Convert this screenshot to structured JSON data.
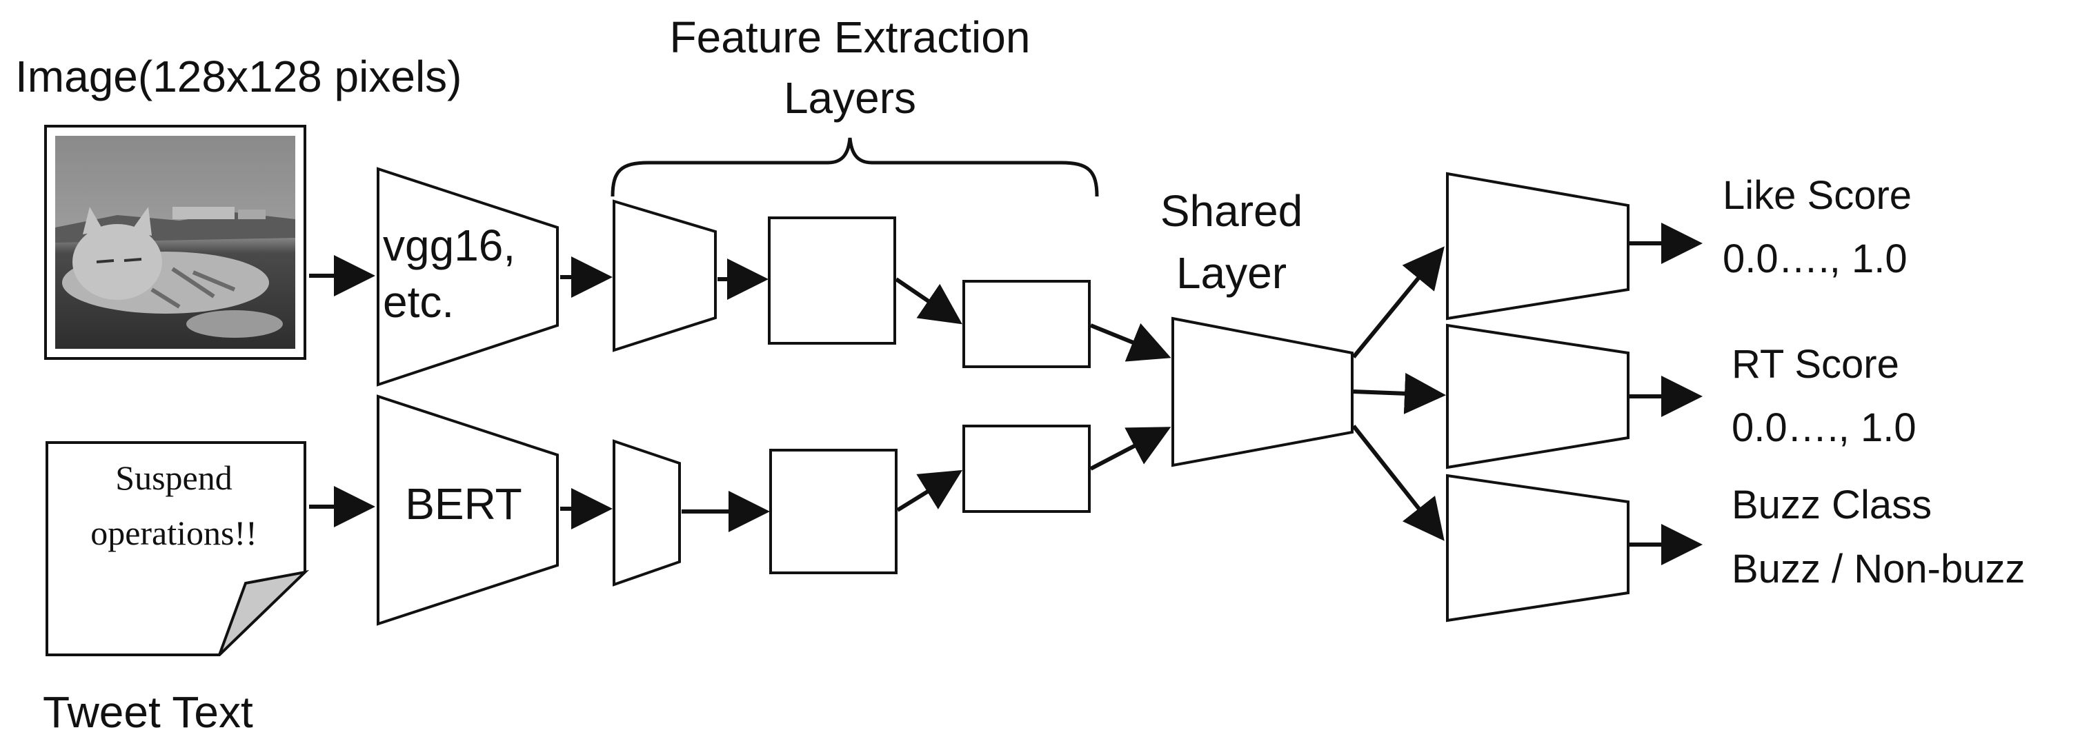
{
  "labels": {
    "image_caption": "Image(128x128 pixels)",
    "feature_title_line1": "Feature Extraction",
    "feature_title_line2": "Layers",
    "vgg_line1": "vgg16,",
    "vgg_line2": "etc.",
    "bert": "BERT",
    "shared_line1": "Shared",
    "shared_line2": "Layer",
    "tweet_line1": "Suspend",
    "tweet_line2": "operations!!",
    "tweet_caption": "Tweet Text"
  },
  "outputs": [
    {
      "line1": "Like Score",
      "line2": "0.0…., 1.0"
    },
    {
      "line1": "RT Score",
      "line2": "0.0…., 1.0"
    },
    {
      "line1": "Buzz Class",
      "line2": "Buzz / Non-buzz"
    }
  ],
  "colors": {
    "stroke": "#111111",
    "paper_fold": "#c8c8c8"
  }
}
